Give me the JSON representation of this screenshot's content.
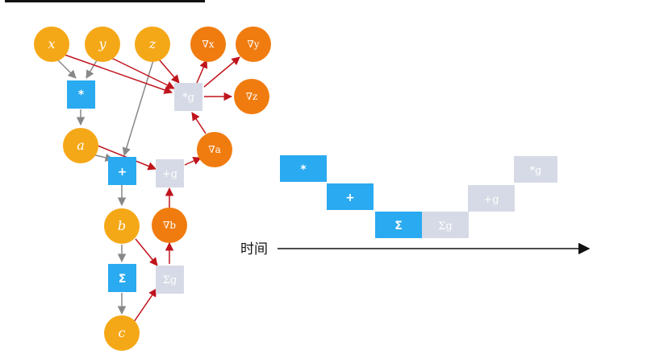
{
  "colors": {
    "variable": "#f5a817",
    "gradient": "#f07c10",
    "forward_op": "#2aaaf0",
    "backward_op": "#d6dae6",
    "forward_edge": "#888888",
    "backward_edge": "#c0141c"
  },
  "graph": {
    "variables": {
      "x": "x",
      "y": "y",
      "z": "z",
      "a": "a",
      "b": "b",
      "c": "c"
    },
    "gradients": {
      "gx": "∇x",
      "gy": "∇y",
      "gz": "∇z",
      "ga": "∇a",
      "gb": "∇b"
    },
    "forward_ops": {
      "mul": "*",
      "add": "+",
      "sum": "Σ"
    },
    "backward_ops": {
      "mulg": "*g",
      "addg": "+g",
      "sumg": "Σg"
    }
  },
  "timeline": {
    "time_label": "时间",
    "blocks": {
      "mul": "*",
      "add": "+",
      "sum": "Σ",
      "sumg": "Σg",
      "addg": "+g",
      "mulg": "*g"
    }
  }
}
